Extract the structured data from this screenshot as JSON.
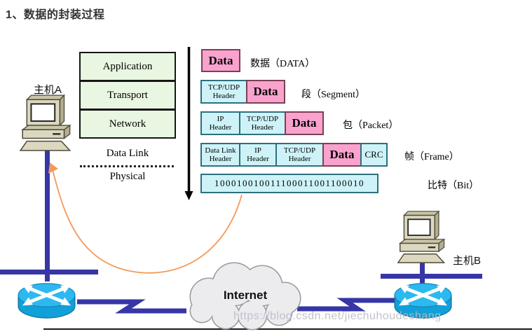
{
  "title": "1、数据的封装过程",
  "stack": {
    "layers": [
      "Application",
      "Transport",
      "Network"
    ],
    "data_link": "Data Link",
    "physical": "Physical"
  },
  "encapsulation": {
    "rows": [
      {
        "label": "数据（DATA）",
        "segments": [
          {
            "text": "Data"
          }
        ]
      },
      {
        "label": "段（Segment）",
        "segments": [
          {
            "text": "TCP/UDP\nHeader"
          },
          {
            "text": "Data"
          }
        ]
      },
      {
        "label": "包（Packet）",
        "segments": [
          {
            "text": "IP\nHeader"
          },
          {
            "text": "TCP/UDP\nHeader"
          },
          {
            "text": "Data"
          }
        ]
      },
      {
        "label": "帧（Frame）",
        "segments": [
          {
            "text": "Data Link\nHeader"
          },
          {
            "text": "IP\nHeader"
          },
          {
            "text": "TCP/UDP\nHeader"
          },
          {
            "text": "Data"
          },
          {
            "text": "CRC"
          }
        ]
      },
      {
        "label": "比特（Bit）",
        "segments": [
          {
            "text": "100010010011100011001100010"
          }
        ]
      }
    ]
  },
  "topology": {
    "host_a": "主机A",
    "host_b": "主机B",
    "internet": "Internet"
  },
  "watermark": "https://blog.csdn.net/jiechuhoudeshang",
  "colors": {
    "data_fill": "#f9a2cd",
    "header_fill": "#cdf3f8",
    "layer_fill": "#e9f6e2",
    "link_blue": "#3636a6",
    "router_cyan": "#2cb9ef",
    "arrow_orange": "#f29a5c"
  }
}
